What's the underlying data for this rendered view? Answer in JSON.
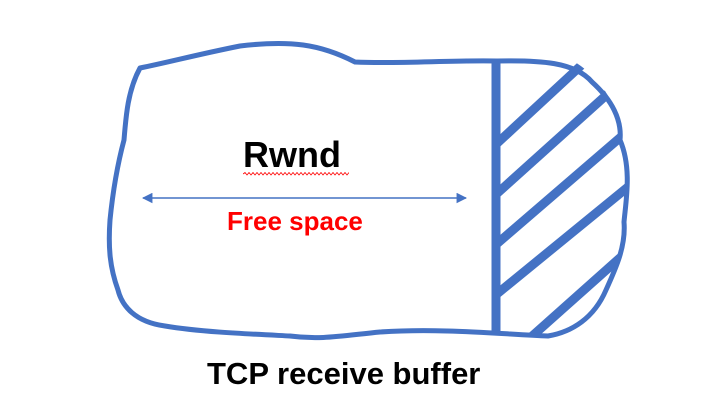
{
  "diagram": {
    "rwnd_label": "Rwnd",
    "free_space_label": "Free space",
    "caption": "TCP receive buffer"
  },
  "colors": {
    "outline": "#4472c4",
    "arrow": "#4472c4",
    "free_space_text": "#ff0000",
    "label_text": "#000000",
    "spellcheck_squiggle": "#ff0000"
  }
}
